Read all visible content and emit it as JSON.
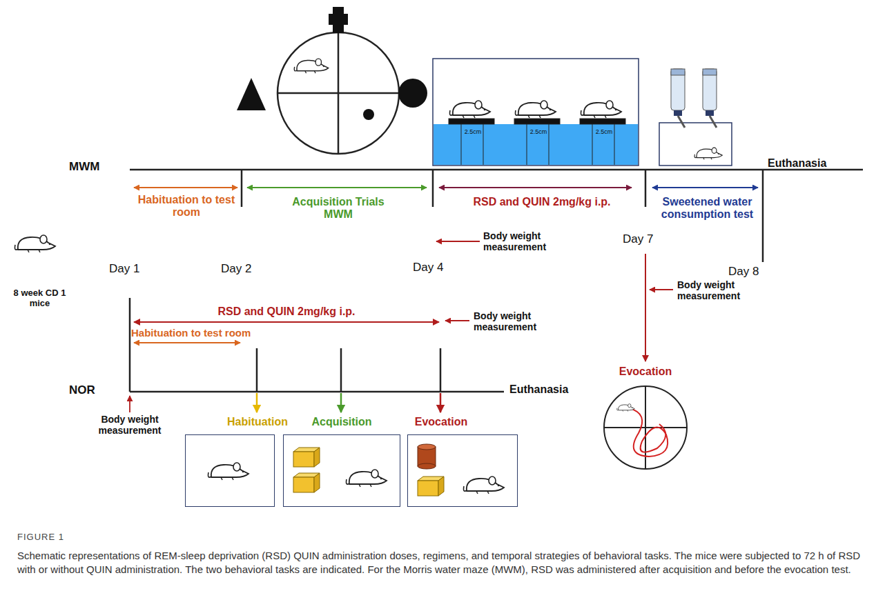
{
  "diagram": {
    "caption": "Schematic representations of REM-sleep deprivation (RSD) QUIN administration doses, regimens, and temporal strategies of behavioral tasks. The mice were subjected to 72 h of RSD with or without QUIN administration. The two behavioral tasks are indicated. For the Morris water maze (MWM), RSD was administered after acquisition and before the evocation test.",
    "nodes": [
      {
        "text": [
          "Habituation"
        ]
      },
      {
        "text": [
          "Acquisition"
        ]
      },
      {
        "text": [
          "Evocation"
        ]
      }
    ],
    "labels": [
      "MWM",
      "Habituation to test room",
      "Acquisition Trials MWM",
      "RSD and QUIN 2mg/kg i.p.",
      "Sweetened water consumption test",
      "Euthanasia",
      "Day 1",
      "Day 2",
      "Day 4",
      "Day 7",
      "Day 8",
      "8 week CD 1 mice",
      "Body weight measurement",
      "Body weight measurement",
      "Evocation",
      "NOR",
      "RSD and QUIN 2mg/kg i.p.",
      "Habituation to test room",
      "Body weight measurement",
      "Euthanasia",
      "Body weight measurement",
      "2.5cm",
      "2.5cm",
      "2.5cm",
      "FIGURE 1"
    ]
  }
}
